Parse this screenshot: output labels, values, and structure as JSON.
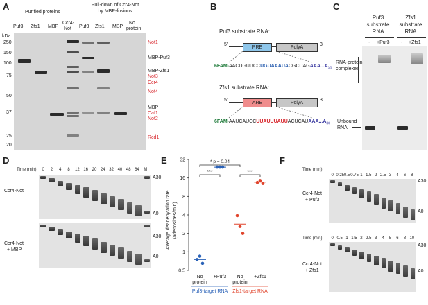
{
  "panels": {
    "a": "A",
    "b": "B",
    "c": "C",
    "d": "D",
    "e": "E",
    "f": "F"
  },
  "panelA": {
    "header_purified": "Purified proteins",
    "header_pulldown_1": "Pull-down of Ccr4-Not",
    "header_pulldown_2": "by MBP-fusions",
    "kda": "kDa:",
    "lanes": [
      "Puf3",
      "Zfs1",
      "MBP",
      "Ccr4-",
      "Puf3",
      "Zfs1",
      "MBP",
      "No"
    ],
    "lanes_line2": [
      "",
      "",
      "",
      "Not",
      "",
      "",
      "",
      "protein"
    ],
    "markers": [
      "250",
      "150",
      "100",
      "75",
      "50",
      "37",
      "25",
      "20"
    ],
    "right_labels": [
      {
        "text": "Not1",
        "color": "red"
      },
      {
        "text": "MBP-Puf3",
        "color": "black"
      },
      {
        "text": "MBP-Zfs1",
        "color": "black"
      },
      {
        "text": "Not3",
        "color": "red"
      },
      {
        "text": "Ccr4",
        "color": "red"
      },
      {
        "text": "Not4",
        "color": "red"
      },
      {
        "text": "MBP",
        "color": "black"
      },
      {
        "text": "Caf1",
        "color": "red"
      },
      {
        "text": "Not2",
        "color": "red"
      },
      {
        "text": "Rcd1",
        "color": "red"
      }
    ]
  },
  "panelB": {
    "puf3_title": "Puf3 substrate RNA:",
    "zfs1_title": "Zfs1 substrate RNA:",
    "pre": "PRE",
    "are": "ARE",
    "polya": "PolyA",
    "five": "5'",
    "three": "3'",
    "puf3_seq": {
      "fam": "6FAM-",
      "pre_before": "AACUGUUCC",
      "motif": "UGUAAAUA",
      "after": "CGCCAG",
      "polya": "AAA...A",
      "sub": "30"
    },
    "zfs1_seq": {
      "fam": "6FAM-",
      "pre_before": "AAUCAUCC",
      "motif": "UUAUUUAUU",
      "after": "ACUCAU",
      "polya": "AAA...A",
      "sub": "30"
    }
  },
  "panelC": {
    "col1_1": "Puf3",
    "col1_2": "substrate",
    "col1_3": "RNA",
    "col2_1": "Zfs1",
    "col2_2": "substrate",
    "col2_3": "RNA",
    "minus": "-",
    "plus_puf3": "+Puf3",
    "plus_zfs1": "+Zfs1",
    "complexes_1": "RNA-protein",
    "complexes_2": "complexes",
    "unbound_1": "Unbound",
    "unbound_2": "RNA"
  },
  "panelD": {
    "time_label": "Time (min):",
    "times": [
      "0",
      "2",
      "4",
      "8",
      "12",
      "16",
      "20",
      "24",
      "32",
      "40",
      "48",
      "64",
      "M"
    ],
    "gel1_label_1": "Ccr4-Not",
    "gel1_label_2": "",
    "gel2_label_1": "Ccr4-Not",
    "gel2_label_2": "+ MBP",
    "a30": "A30",
    "a0": "A0"
  },
  "panelE": {
    "ylabel_1": "Average deadenylation rate",
    "ylabel_2": "(adenosines/min)",
    "yticks": [
      "32",
      "16",
      "8",
      "4",
      "2",
      "1",
      "0.5"
    ],
    "sig_p": "* p = 0.04",
    "stars": "***",
    "xcat": [
      "No",
      "+Puf3",
      "No",
      "+Zfs1"
    ],
    "xcat2": [
      "protein",
      "",
      "protein",
      ""
    ],
    "group1": "Puf3-target RNA",
    "group2": "Zfs1-target RNA",
    "color_blue": "#2a62b8",
    "color_red": "#e0442c"
  },
  "chart_data": {
    "type": "scatter",
    "ylabel": "Average deadenylation rate (adenosines/min)",
    "yscale": "log2",
    "ylim": [
      0.5,
      32
    ],
    "categories": [
      "No protein",
      "+Puf3",
      "No protein",
      "+Zfs1"
    ],
    "series": [
      {
        "name": "Puf3-target RNA",
        "points": [
          {
            "cat": "No protein",
            "values": [
              0.75,
              0.85,
              0.65
            ]
          },
          {
            "cat": "+Puf3",
            "values": [
              24,
              24,
              24
            ]
          }
        ]
      },
      {
        "name": "Zfs1-target RNA",
        "points": [
          {
            "cat": "No protein",
            "values": [
              3.9,
              2.6,
              2.0
            ]
          },
          {
            "cat": "+Zfs1",
            "values": [
              13.5,
              14.5,
              13.0
            ]
          }
        ]
      }
    ]
  },
  "panelF": {
    "time_label": "Time (min):",
    "times1": [
      "0",
      "0.25",
      "0.5",
      "0.75",
      "1",
      "1.5",
      "2",
      "2.5",
      "3",
      "4",
      "6",
      "8"
    ],
    "times2": [
      "0",
      "0.5",
      "1",
      "1.5",
      "2",
      "2.5",
      "3",
      "4",
      "5",
      "6",
      "8",
      "10"
    ],
    "gel1_label_1": "Ccr4-Not",
    "gel1_label_2": "+ Puf3",
    "gel2_label_1": "Ccr4-Not",
    "gel2_label_2": "+ Zfs1",
    "a30": "A30",
    "a0": "A0"
  }
}
